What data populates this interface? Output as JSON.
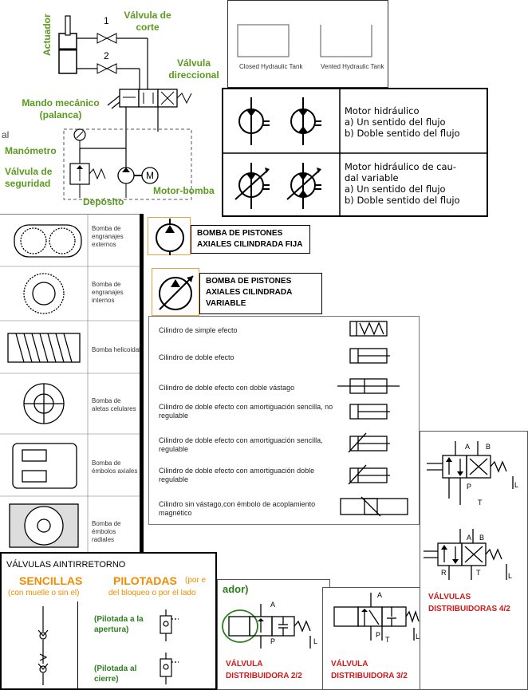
{
  "circuit": {
    "actuador": "Actuador",
    "num1": "1",
    "num2": "2",
    "valvula_corte": "Válvula de corte",
    "valvula_direccional": "Válvula direccional",
    "mando_mecanico": "Mando mecánico (palanca)",
    "manometro": "Manómetro",
    "valvula_seguridad": "Válvula de seguridad",
    "deposito": "Depósito",
    "motor_bomba": "Motor-bomba",
    "motor_letter": "M",
    "edge_text": "al"
  },
  "tanks": {
    "closed": "Closed Hydraulic Tank",
    "vented": "Vented Hydraulic Tank"
  },
  "motors": {
    "row1": [
      "Motor hidráulico",
      "a) Un sentido del flujo",
      "b) Doble sentido del flujo"
    ],
    "row2": [
      "Motor hidráulico de cau-",
      "dal variable",
      "a) Un sentido del flujo",
      "b) Doble sentido del flujo"
    ]
  },
  "pumps": [
    "Bomba de engranajes externos",
    "Bomba de engranajes internos",
    "Bomba helicoidal",
    "Bomba de aletas celulares",
    "Bomba de émbolos axiales",
    "Bomba de émbolos radiales"
  ],
  "piston_fija": "BOMBA DE PISTONES AXIALES CILINDRADA FIJA",
  "piston_variable": "BOMBA DE PISTONES AXIALES CILINDRADA VARIABLE",
  "cylinders": [
    "Cilindro de simple efecto",
    "Cilindro de doble efecto",
    "Cilindro de doble efecto con doble vástago",
    "Cilindro de doble efecto con amortiguación sencilla, no regulable",
    "Cilindro de doble efecto con amortiguación sencilla, regulable",
    "Cilindro de doble efecto con amortiguación doble regulable",
    "Cilindro sin vástago,con émbolo de acoplamiento magnético"
  ],
  "antirretorno": {
    "title": "VÁLVULAS AINTIRRETORNO",
    "sencillas": "SENCILLAS",
    "sencillas_sub": "(con muelle o sin el)",
    "pilotadas": "PILOTADAS",
    "pilotadas_cut": "(por e",
    "pilotadas_sub": "del bloqueo o por el lado",
    "apertura": "(Pilotada a la apertura)",
    "cierre": "(Pilotada al cierre)"
  },
  "valves": {
    "dist22": "VÁLVULA DISTRIBUIDORA 2/2",
    "dist32": "VÁLVULA DISTRIBUIDORA 3/2",
    "dist42": "VÁLVULAS DISTRIBUIDORAS 4/2",
    "fragment": "ador)",
    "port_a": "A",
    "port_b": "B",
    "port_p": "P",
    "port_t": "T",
    "port_r": "R",
    "port_l": "L"
  }
}
